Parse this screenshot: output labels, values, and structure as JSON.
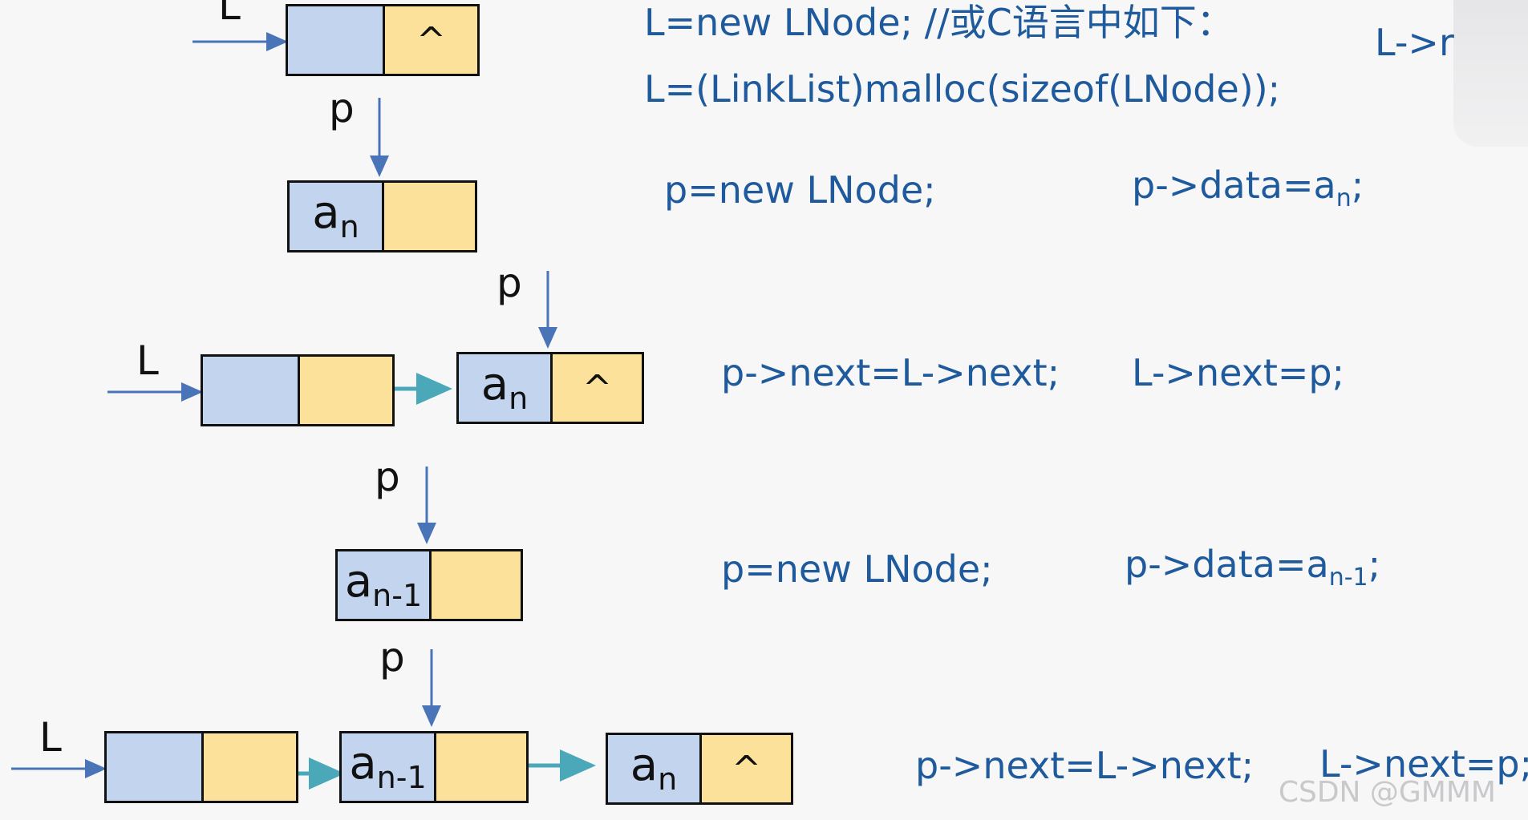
{
  "labels": {
    "L": "L",
    "p": "p"
  },
  "null_symbol": "^",
  "node_values": {
    "an_base": "a",
    "an_sub": "n",
    "an1_base": "a",
    "an1_sub": "n-1"
  },
  "code": {
    "line1": "L=new LNode; //或C语言中如下：",
    "line1_right": "L->r",
    "line2": "L=(LinkList)malloc(sizeof(LNode));",
    "step1_new": "p=new LNode;",
    "step1_data_pre": "p->data=a",
    "step1_data_sub": "n",
    "step1_data_post": ";",
    "step2_next": "p->next=L->next;",
    "step2_link": "L->next=p;",
    "step3_new": "p=new LNode;",
    "step3_data_pre": "p->data=a",
    "step3_data_sub": "n-1",
    "step3_data_post": ";",
    "step4_next": "p->next=L->next;",
    "step4_link": "L->next=p;"
  },
  "watermark": "CSDN @GMMM",
  "colors": {
    "data_cell": "#c2d4ee",
    "pointer_cell": "#fbe199",
    "code_text": "#1e5a9c",
    "arrow_blue": "#4a74b8",
    "arrow_teal": "#4aa8b8"
  }
}
